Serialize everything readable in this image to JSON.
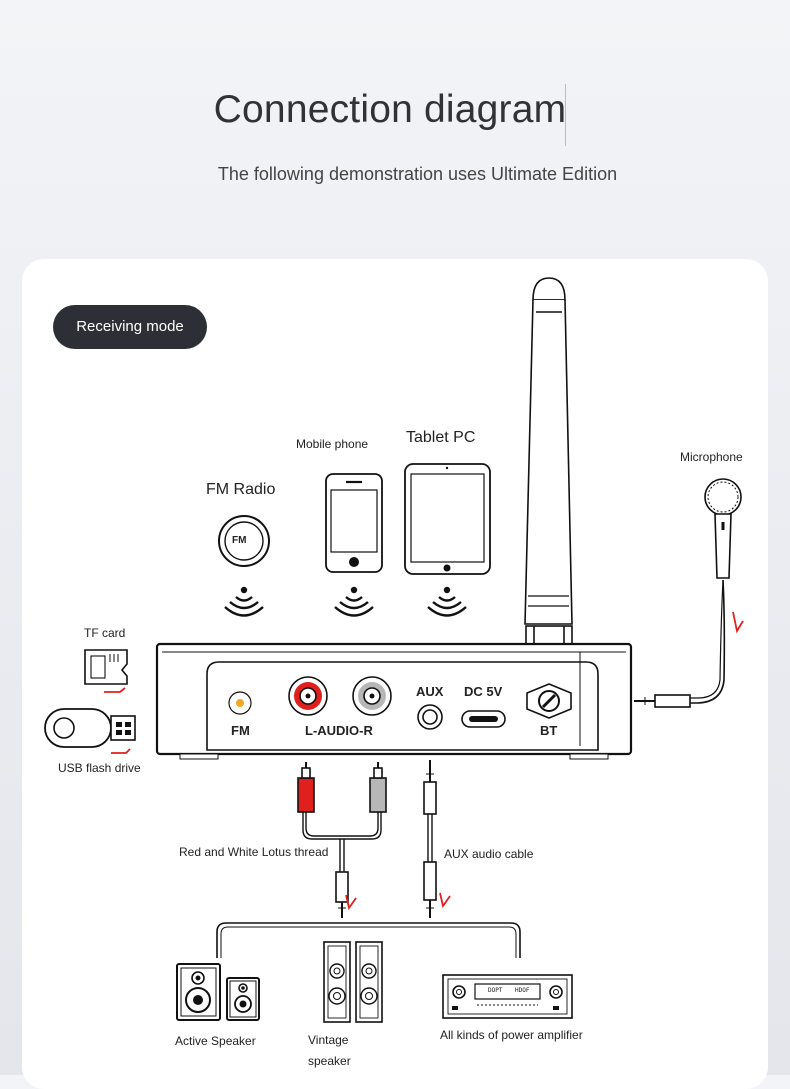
{
  "header": {
    "title": "Connection diagram",
    "subtitle": "The following demonstration uses Ultimate Edition"
  },
  "mode_badge": "Receiving mode",
  "sources": {
    "fm_radio": "FM Radio",
    "fm_icon_text": "FM",
    "mobile_phone": "Mobile phone",
    "tablet_pc": "Tablet PC",
    "microphone": "Microphone"
  },
  "storage": {
    "tf_card": "TF card",
    "usb_flash_drive": "USB flash drive"
  },
  "device_ports": {
    "fm": "FM",
    "audio": "L-AUDIO-R",
    "aux": "AUX",
    "dc": "DC 5V",
    "bt": "BT"
  },
  "cables": {
    "rca": "Red and White Lotus thread",
    "aux": "AUX audio cable"
  },
  "outputs": {
    "active_speaker": "Active Speaker",
    "vintage_line1": "Vintage",
    "vintage_line2": "speaker",
    "amplifier": "All kinds of power amplifier",
    "amp_display_left": "DOPT",
    "amp_display_right": "HDOF"
  },
  "colors": {
    "accent_red": "#e0201c",
    "pill_bg": "#2c3036",
    "fm_port": "#f5a623"
  }
}
